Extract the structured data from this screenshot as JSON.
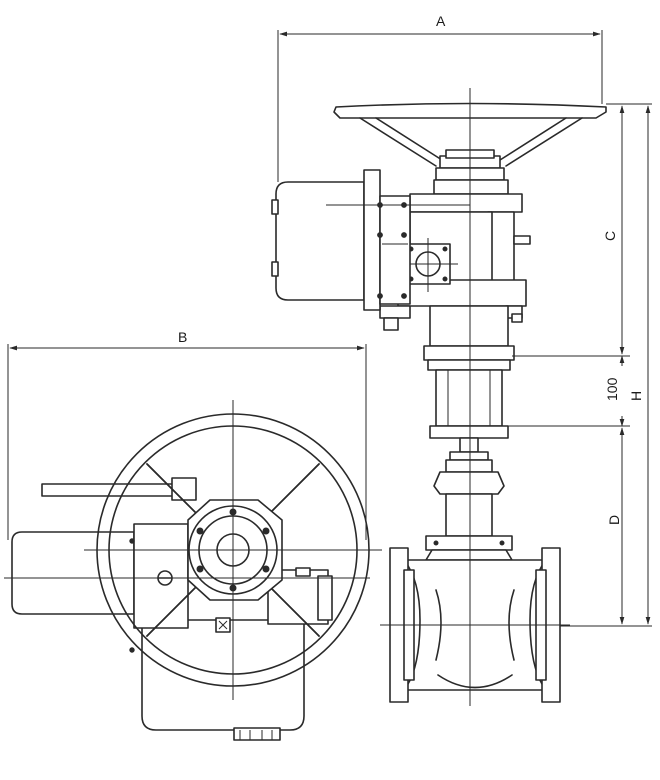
{
  "dimensions": {
    "a": "A",
    "b": "B",
    "c": "C",
    "d": "D",
    "h": "H",
    "gap": "100"
  },
  "colors": {
    "line": "#2a2a2a",
    "background": "#ffffff"
  }
}
